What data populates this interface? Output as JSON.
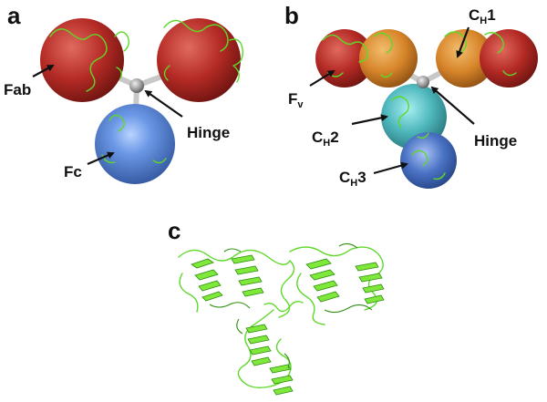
{
  "panels": {
    "a": {
      "letter": "a",
      "labels": {
        "fab": "Fab",
        "hinge": "Hinge",
        "fc": "Fc"
      }
    },
    "b": {
      "letter": "b",
      "labels": {
        "fv_main": "F",
        "fv_sub": "v",
        "ch1_main": "C",
        "ch1_sub": "H",
        "ch1_num": "1",
        "ch2_main": "C",
        "ch2_sub": "H",
        "ch2_num": "2",
        "ch3_main": "C",
        "ch3_sub": "H",
        "ch3_num": "3",
        "hinge": "Hinge"
      }
    },
    "c": {
      "letter": "c"
    }
  },
  "colors": {
    "fab_red": "#b42a25",
    "fc_blue": "#4f7fcf",
    "ch1_orange": "#d7852a",
    "ch2_cyan": "#4fb8bd",
    "ch3_blue": "#4a72c4",
    "hinge_gray": "#9a9a9a",
    "ribbon_green": "#5fd82a"
  }
}
